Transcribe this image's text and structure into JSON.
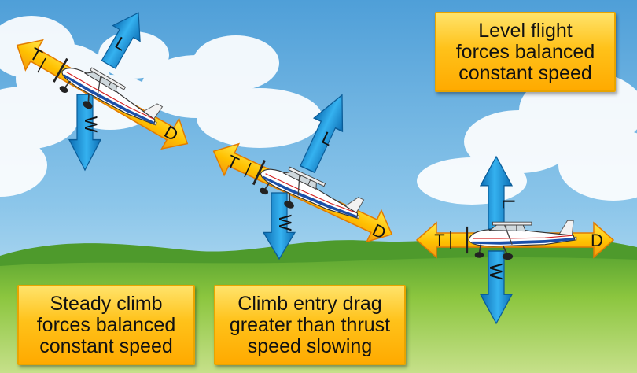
{
  "captions": {
    "level": [
      "Level flight",
      "forces balanced",
      "constant speed"
    ],
    "steady": [
      "Steady climb",
      "forces balanced",
      "constant speed"
    ],
    "entry": [
      "Climb entry drag",
      "greater than thrust",
      "speed slowing"
    ]
  },
  "force_labels": {
    "thrust": "T",
    "drag": "D",
    "lift": "L",
    "weight": "W"
  },
  "colors": {
    "sky_top": "#5aa6da",
    "sky_bottom": "#c4e2f2",
    "ground": "#8cc63f",
    "arrow_orange": "#f7941d",
    "arrow_yellow": "#ffe000",
    "arrow_blue": "#1c8fd6",
    "caption_fill": "#ffc21a",
    "caption_border": "#e8a400"
  }
}
